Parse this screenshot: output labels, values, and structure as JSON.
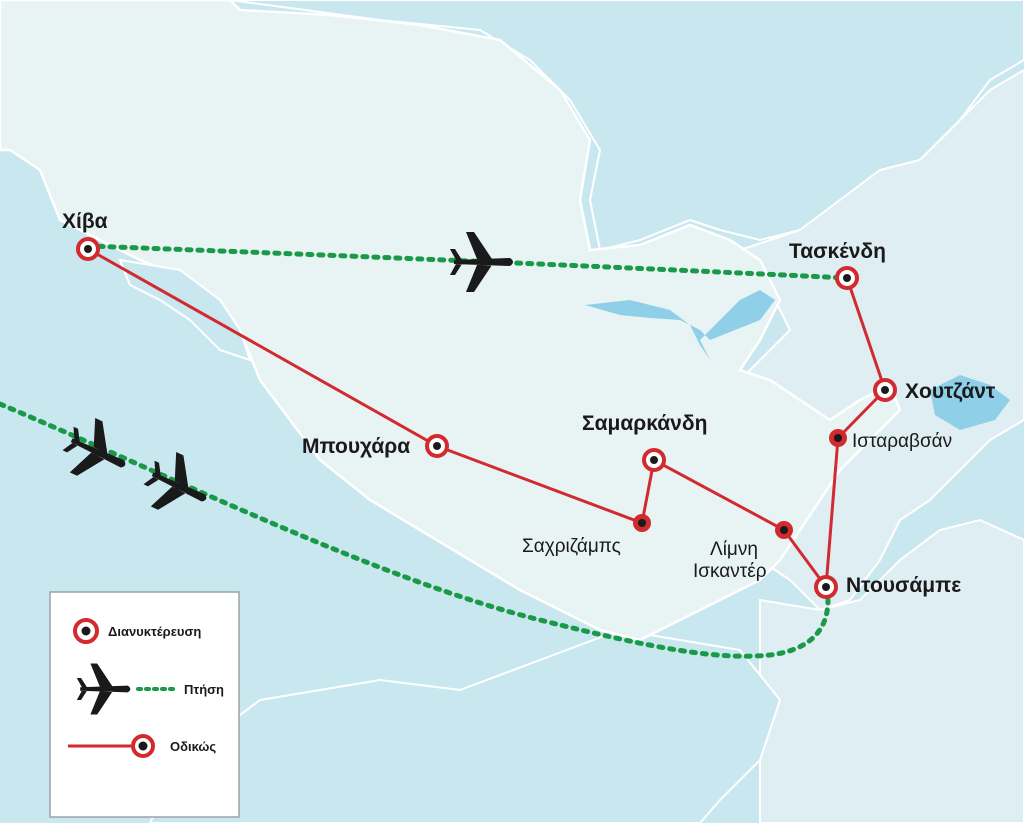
{
  "colors": {
    "sea": "#c9e7ef",
    "land_main": "#e8f3f4",
    "land_other": "#dfeef2",
    "border": "#ffffff",
    "lake": "#8fcfe8",
    "road": "#d12a2f",
    "flight": "#1a9a48",
    "plane": "#1a1a1a"
  },
  "places": {
    "khiva": "Χίβα",
    "tashkent": "Τασκένδη",
    "khujand": "Χουτζάντ",
    "istaravshan": "Ισταραβσάν",
    "bukhara": "Μπουχάρα",
    "samarkand": "Σαμαρκάνδη",
    "shakhrisabz": "Σαχριζάμπς",
    "iskander_lake_1": "Λίμνη",
    "iskander_lake_2": "Ισκαντέρ",
    "dushanbe": "Ντουσάμπε"
  },
  "legend": {
    "overnight": "Διανυκτέρευση",
    "flight": "Πτήση",
    "road": "Οδικώς"
  },
  "icons": {
    "overnight_marker": "target-ring-icon",
    "stop_marker": "dot-icon",
    "plane": "airplane-icon"
  }
}
